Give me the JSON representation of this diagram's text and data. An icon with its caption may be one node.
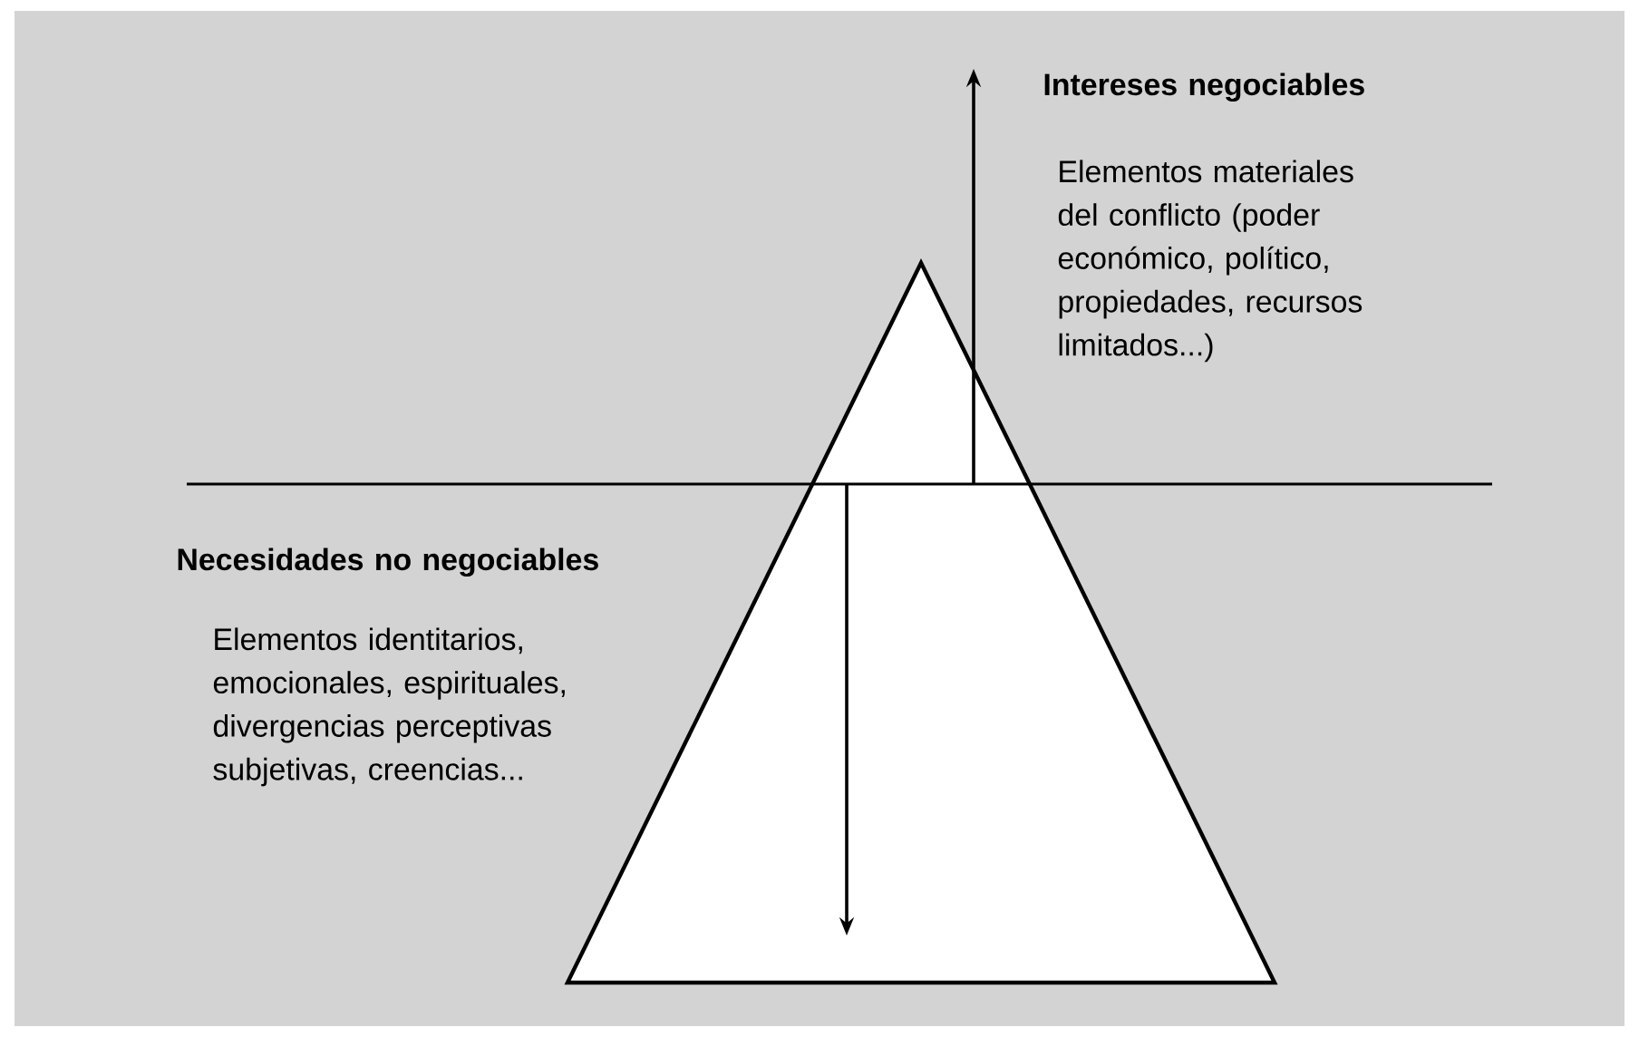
{
  "diagram": {
    "labels": [
      "Intereses negociables",
      "Elementos materiales del conflicto (poder económico, político, propiedades, recursos limitados...)",
      "Necesidades no negociables",
      "Elementos identitarios, emocionales, espirituales, divergencias perceptivas subjetivas, creencias..."
    ]
  }
}
